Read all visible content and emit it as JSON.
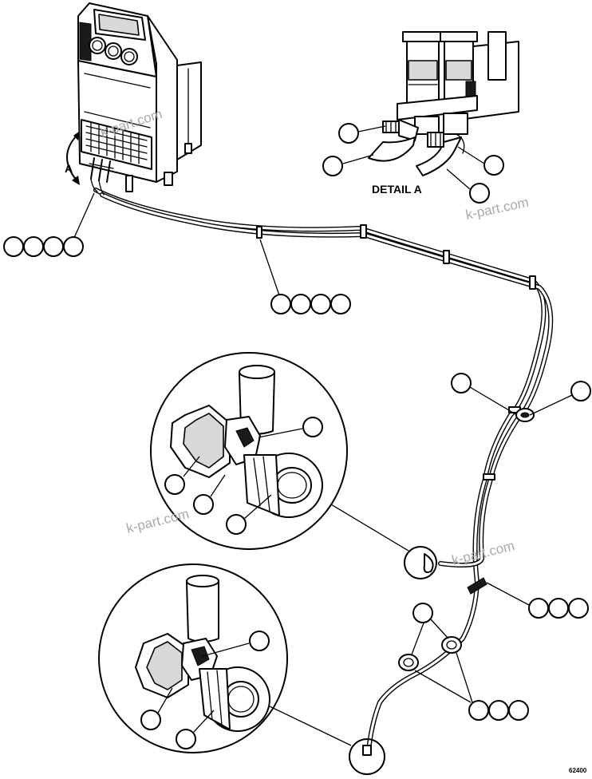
{
  "detail_label": "DETAIL A",
  "view_arrow_label": "A",
  "drawing_number": "62400",
  "watermark": "k-part.com"
}
